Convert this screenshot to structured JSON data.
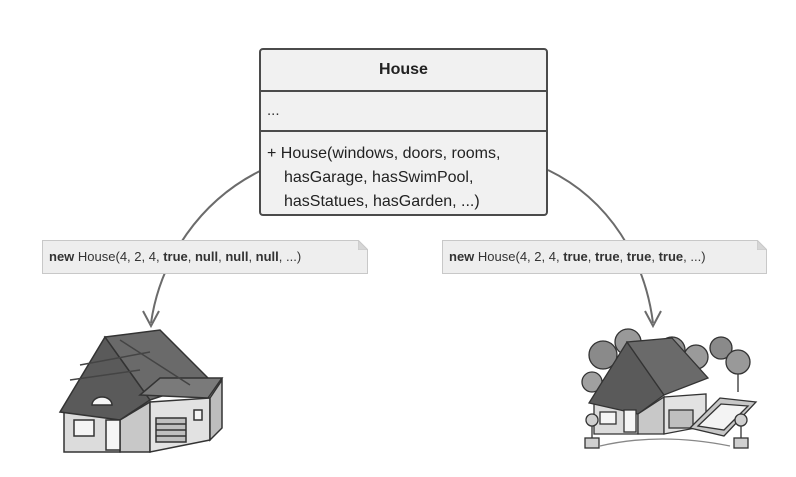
{
  "class_box": {
    "title": "House",
    "fields": "...",
    "constructor": [
      "+ House(windows, doors, rooms,",
      "hasGarage, hasSwimPool,",
      "hasStatues, hasGarden, ...)"
    ]
  },
  "notes": {
    "left": {
      "keyword": "new",
      "call": " House(4, 2, 4, ",
      "args": [
        "true",
        "null",
        "null",
        "null"
      ],
      "tail": ", ...)"
    },
    "right": {
      "keyword": "new",
      "call": " House(4, 2, 4, ",
      "args": [
        "true",
        "true",
        "true",
        "true"
      ],
      "tail": ", ...)"
    }
  },
  "illustrations": {
    "left": "simple-house-icon",
    "right": "luxury-house-icon"
  },
  "colors": {
    "line": "#6b6b6b",
    "box_fill": "#f1f1f1",
    "box_border": "#4b4b4b",
    "note_fill": "#eeeeee",
    "roof": "#5a5a5a",
    "wall": "#d8d8d8"
  }
}
